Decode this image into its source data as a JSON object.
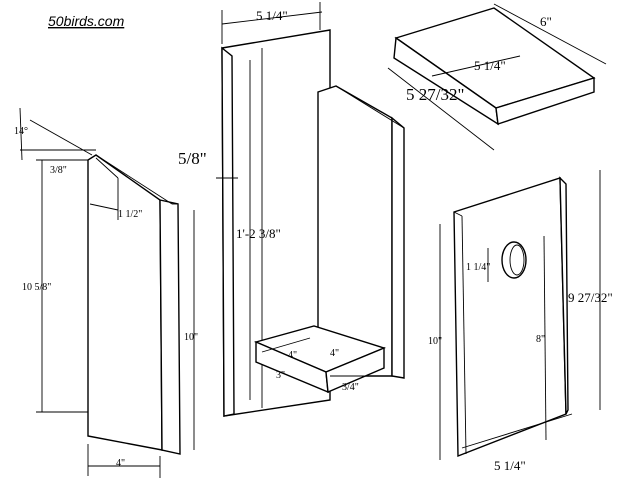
{
  "brand": "50birds.com",
  "labels": {
    "side_angle": "14°",
    "side_bevel": "3/8\"",
    "side_half": "1 1/2\"",
    "side_height_left": "10 5/8\"",
    "side_height_right": "10\"",
    "side_width": "4\"",
    "back_width": "5 1/4\"",
    "back_thickness": "5/8\"",
    "back_height": "1'-2 3/8\"",
    "floor_4": "4\"",
    "floor_3": "3\"",
    "floor_4b": "4\"",
    "floor_gap": "3/4\"",
    "roof_6": "6\"",
    "roof_514": "5 1/4\"",
    "roof_depth": "5 27/32\"",
    "front_hole": "1 1/4\"",
    "front_8": "8\"",
    "front_height_left": "10\"",
    "front_height_right": "9 27/32\"",
    "front_width": "5 1/4\""
  }
}
